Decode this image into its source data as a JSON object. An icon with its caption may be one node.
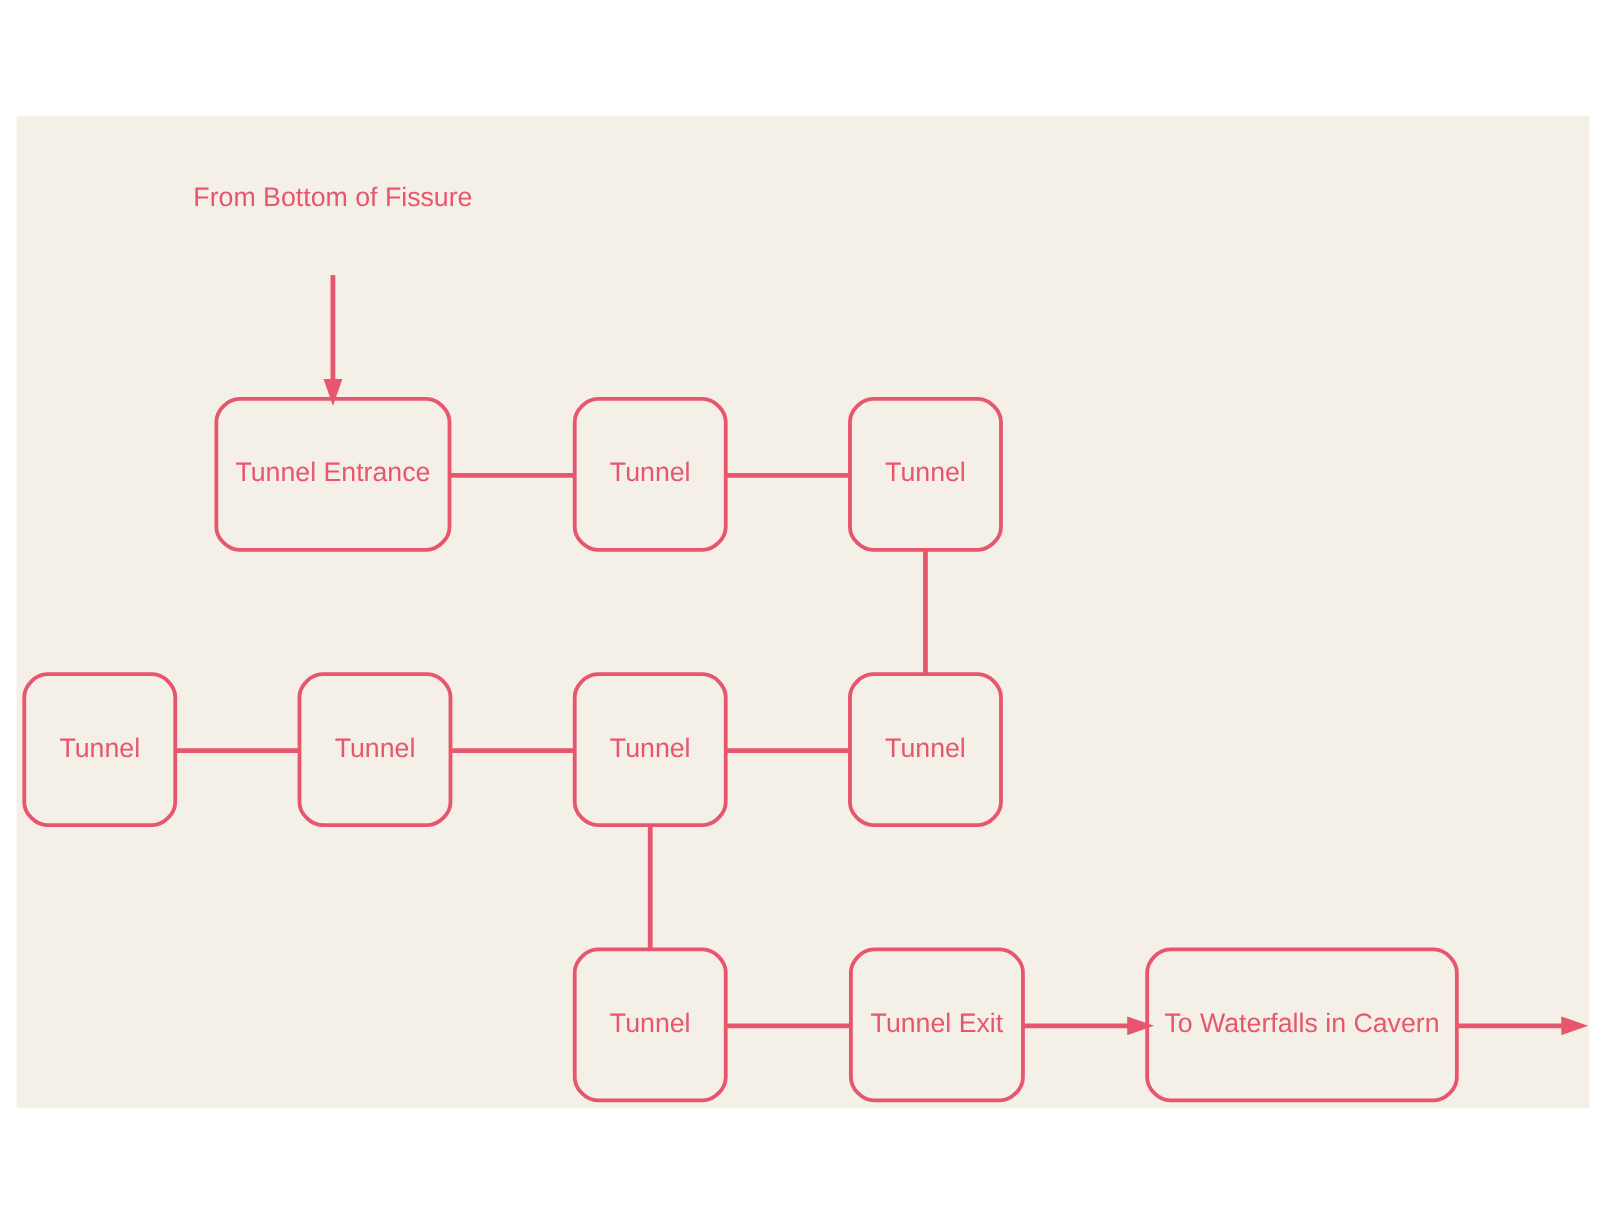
{
  "diagram": {
    "nodes": [
      {
        "text": [
          "From Bottom of Fissure"
        ]
      },
      {
        "text": [
          "Tunnel Entrance"
        ]
      },
      {
        "text": [
          "Tunnel"
        ]
      },
      {
        "text": [
          "Tunnel"
        ]
      },
      {
        "text": [
          "Tunnel"
        ]
      },
      {
        "text": [
          "Tunnel"
        ]
      },
      {
        "text": [
          "Tunnel"
        ]
      },
      {
        "text": [
          "Tunnel"
        ]
      },
      {
        "text": [
          "Tunnel"
        ]
      },
      {
        "text": [
          "Tunnel Exit"
        ]
      },
      {
        "text": [
          "To Waterfalls in Cavern"
        ]
      }
    ],
    "edges": [
      {
        "from": 0,
        "to": 1,
        "arrow": "to"
      },
      {
        "from": 1,
        "to": 2,
        "arrow": "none"
      },
      {
        "from": 2,
        "to": 3,
        "arrow": "none"
      },
      {
        "from": 3,
        "to": 7,
        "arrow": "none"
      },
      {
        "from": 7,
        "to": 6,
        "arrow": "none"
      },
      {
        "from": 6,
        "to": 5,
        "arrow": "none"
      },
      {
        "from": 5,
        "to": 4,
        "arrow": "none"
      },
      {
        "from": 6,
        "to": 8,
        "arrow": "none"
      },
      {
        "from": 8,
        "to": 9,
        "arrow": "none"
      },
      {
        "from": 9,
        "to": 10,
        "arrow": "to"
      },
      {
        "from": 10,
        "to": null,
        "arrow": "to"
      }
    ]
  }
}
